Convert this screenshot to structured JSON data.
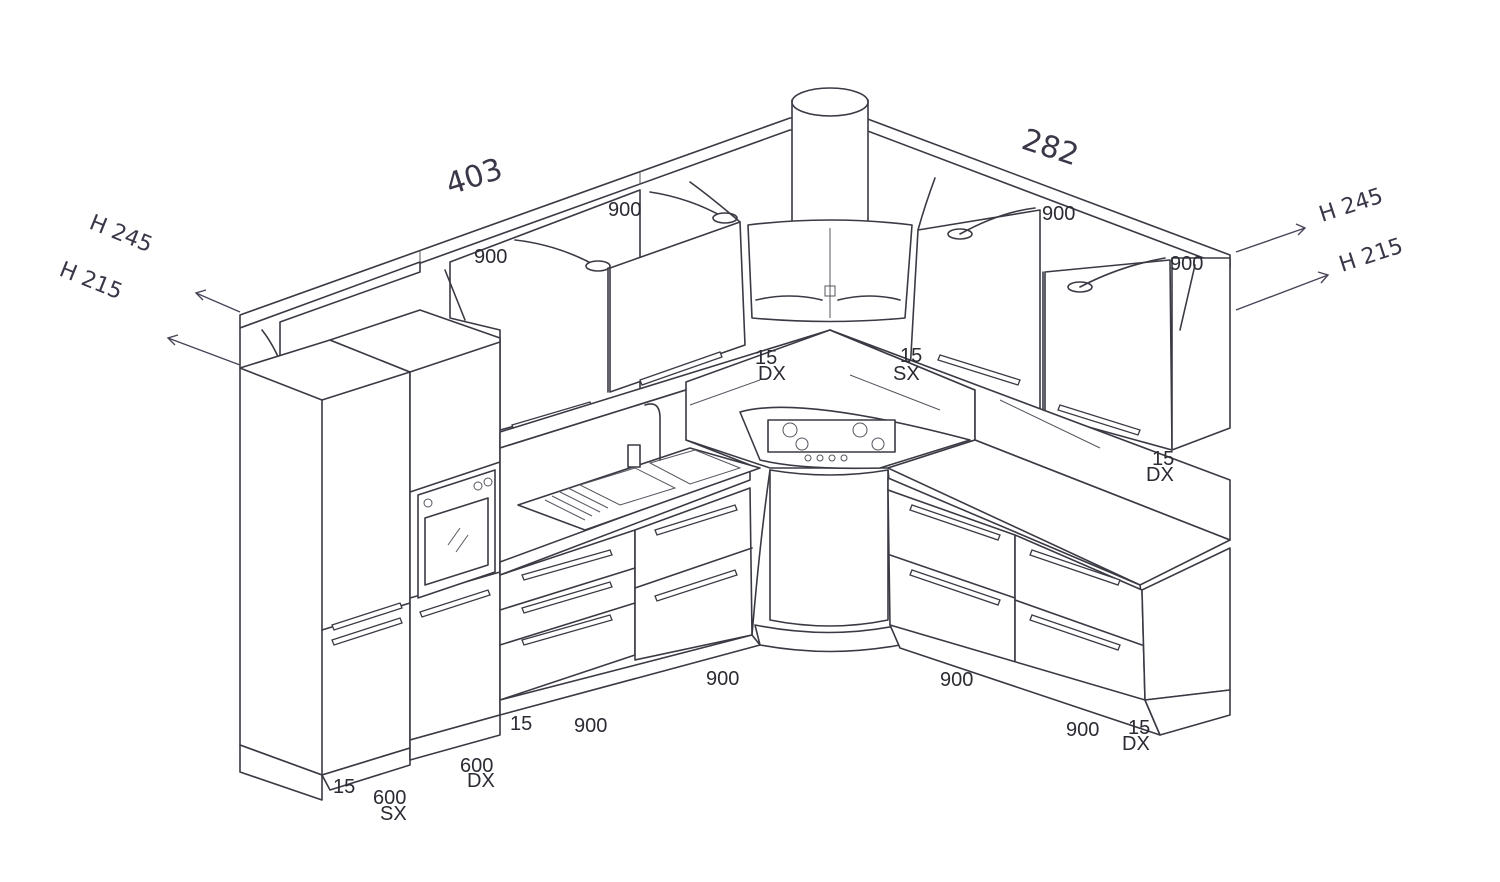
{
  "wall_lengths": {
    "left": "403",
    "right": "282"
  },
  "height_labels": {
    "left_top": "H 245",
    "left_bottom": "H 215",
    "right_top": "H 245",
    "right_bottom": "H 215"
  },
  "wall_unit_widths": {
    "left_1": "900",
    "left_2": "900",
    "right_1": "900",
    "right_2": "900"
  },
  "corner_labels": {
    "left_value": "15",
    "left_side": "DX",
    "right_value": "15",
    "right_side": "SX",
    "far_right_value": "15",
    "far_right_side": "DX"
  },
  "base_dimensions": {
    "sink_unit": "900",
    "filler_left": "15",
    "under_sink": "900",
    "right_base_1": "900",
    "right_base_2": "900",
    "end_value": "15",
    "end_side": "DX",
    "plinth_value": "15",
    "tall_left_value": "600",
    "tall_left_side": "SX",
    "tall_right_value": "600",
    "tall_right_side": "DX"
  }
}
